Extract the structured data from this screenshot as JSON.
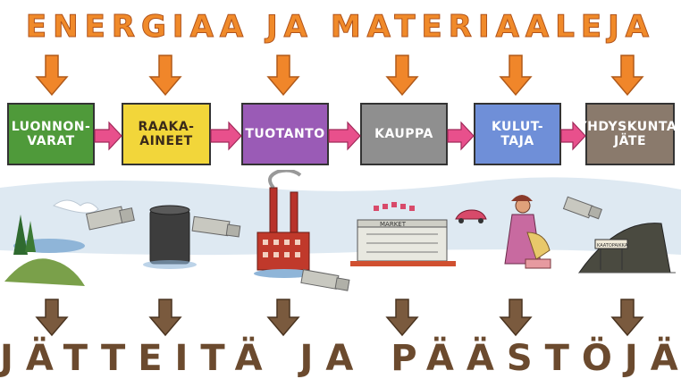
{
  "header": {
    "title": "ENERGIAA JA MATERIAALEJA"
  },
  "footer": {
    "title": "JÄTTEITÄ JA PÄÄSTÖJÄ"
  },
  "stages": [
    {
      "line1": "LUONNON-",
      "line2": "VARAT",
      "color": "#4f9a3a"
    },
    {
      "line1": "RAAKA-",
      "line2": "AINEET",
      "color": "#f2d63a"
    },
    {
      "line1": "TUOTANTO",
      "line2": "",
      "color": "#9a5bb6"
    },
    {
      "line1": "KAUPPA",
      "line2": "",
      "color": "#8f8f8f"
    },
    {
      "line1": "KULUT-",
      "line2": "TAJA",
      "color": "#6f8fd8"
    },
    {
      "line1": "YHDYSKUNTA-",
      "line2": "JÄTE",
      "color": "#8a7a6c"
    }
  ],
  "scene": {
    "market_sign": "MARKET",
    "landfill_sign": "KAATOPAIKKA"
  },
  "colors": {
    "orange_arrow": "#f0862a",
    "pink_arrow": "#e8508c",
    "brown_arrow": "#7a5a3e"
  }
}
